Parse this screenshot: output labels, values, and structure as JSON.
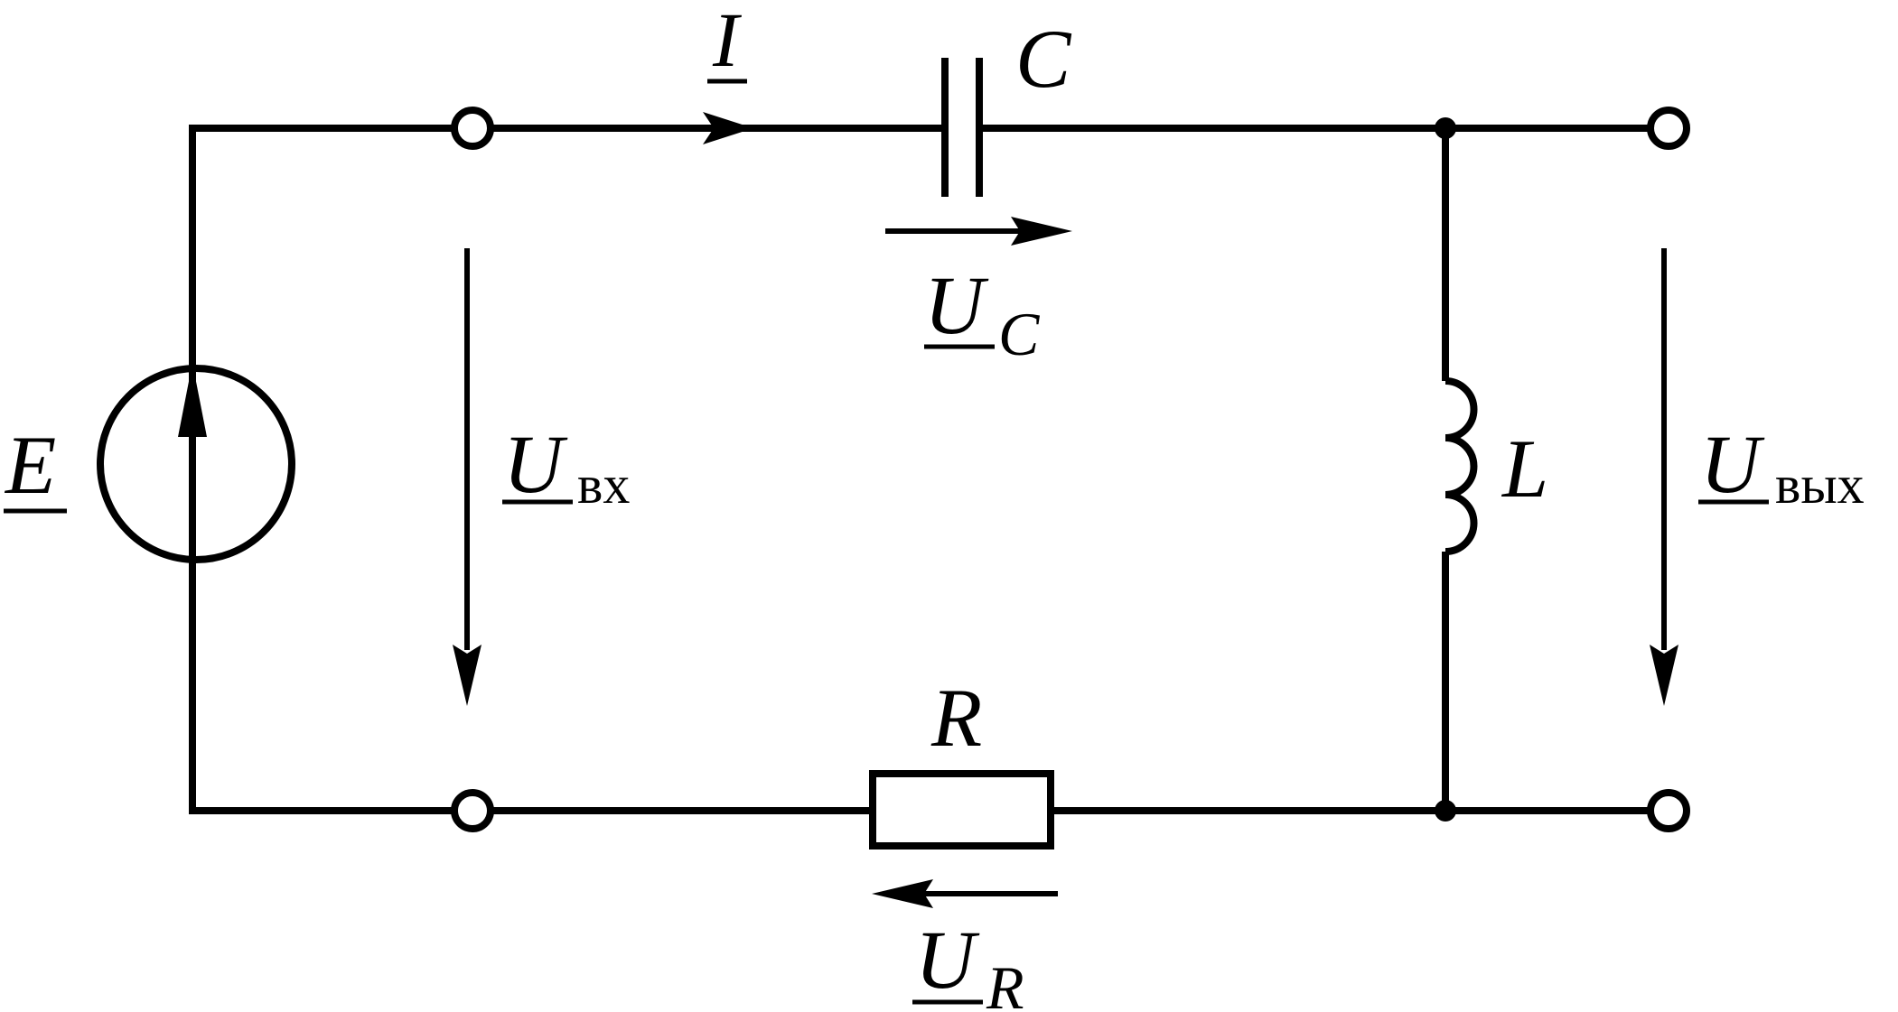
{
  "labels": {
    "current": "I",
    "capacitor": "C",
    "inductor": "L",
    "resistor": "R",
    "source": "E",
    "u_symbol": "U",
    "input_sub": "вх",
    "output_sub": "вых",
    "uc_sub": "C",
    "ur_sub": "R"
  }
}
